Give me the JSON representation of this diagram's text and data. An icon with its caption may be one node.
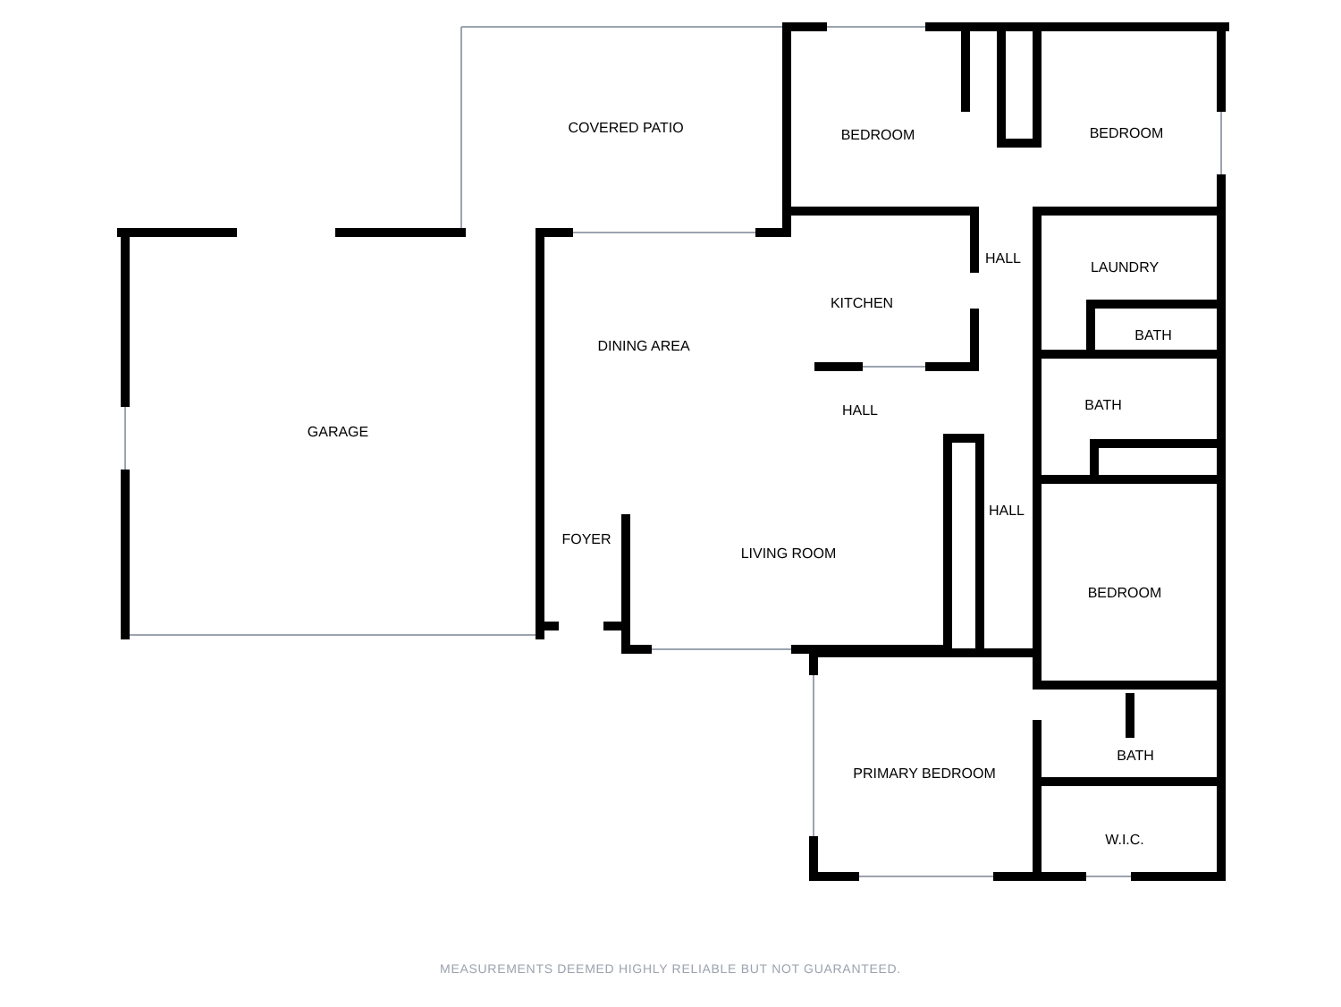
{
  "diagram": {
    "labels": [
      "COVERED PATIO",
      "BEDROOM",
      "BEDROOM",
      "HALL",
      "LAUNDRY",
      "KITCHEN",
      "DINING AREA",
      "BATH",
      "GARAGE",
      "HALL",
      "BATH",
      "HALL",
      "FOYER",
      "LIVING ROOM",
      "BEDROOM",
      "BATH",
      "PRIMARY BEDROOM",
      "W.I.C.",
      "MEASUREMENTS DEEMED HIGHLY RELIABLE BUT NOT GUARANTEED."
    ]
  }
}
